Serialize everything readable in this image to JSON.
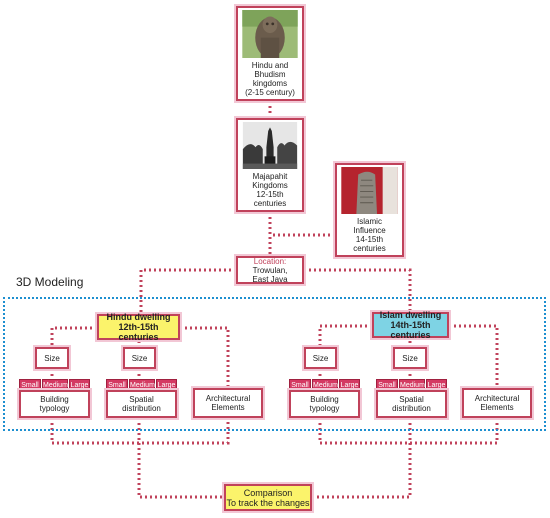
{
  "modeling_title": "3D Modeling",
  "timeline": {
    "hindu_kingdoms": {
      "label": "Hindu and\nBhudism\nkingdoms\n(2-15 century)",
      "photo_icon": "stone-statue-photo"
    },
    "majapahit": {
      "label": "Majapahit\nKingdoms\n12-15th centuries",
      "photo_icon": "temple-photo"
    },
    "islamic": {
      "label": "Islamic\nInfluence\n14-15th centuries",
      "photo_icon": "inscribed-stone-photo"
    }
  },
  "location": {
    "title": "Location:",
    "place": "Trowulan,\nEast Java"
  },
  "hindu": {
    "title": "Hindu dwelling",
    "period": "12th-15th centuries",
    "size": "Size",
    "size2": "Size",
    "cats": [
      "Small",
      "Medium",
      "Large"
    ],
    "cats2": [
      "Small",
      "Medium",
      "Large"
    ],
    "building_typology": "Building\ntypology",
    "spatial_distribution": "Spatial\ndistribution",
    "architectural": "Architectural\nElements"
  },
  "islam": {
    "title": "Islam dwelling",
    "period": "14th-15th centuries",
    "size": "Size",
    "size2": "Size",
    "cats": [
      "Small",
      "Medium",
      "Large"
    ],
    "cats2": [
      "Small",
      "Medium",
      "Large"
    ],
    "building_typology": "Building\ntypology",
    "spatial_distribution": "Spatial\ndistribution",
    "architectural": "Architectural\nElements"
  },
  "comparison": {
    "line1": "Comparison",
    "line2": "To track the changes"
  },
  "colors": {
    "border": "#c0425b",
    "dots": "#c0425b",
    "frame": "#1d8fd0",
    "yellow": "#fbf36b",
    "cyan": "#7ed3e4",
    "category": "#d43a63"
  }
}
